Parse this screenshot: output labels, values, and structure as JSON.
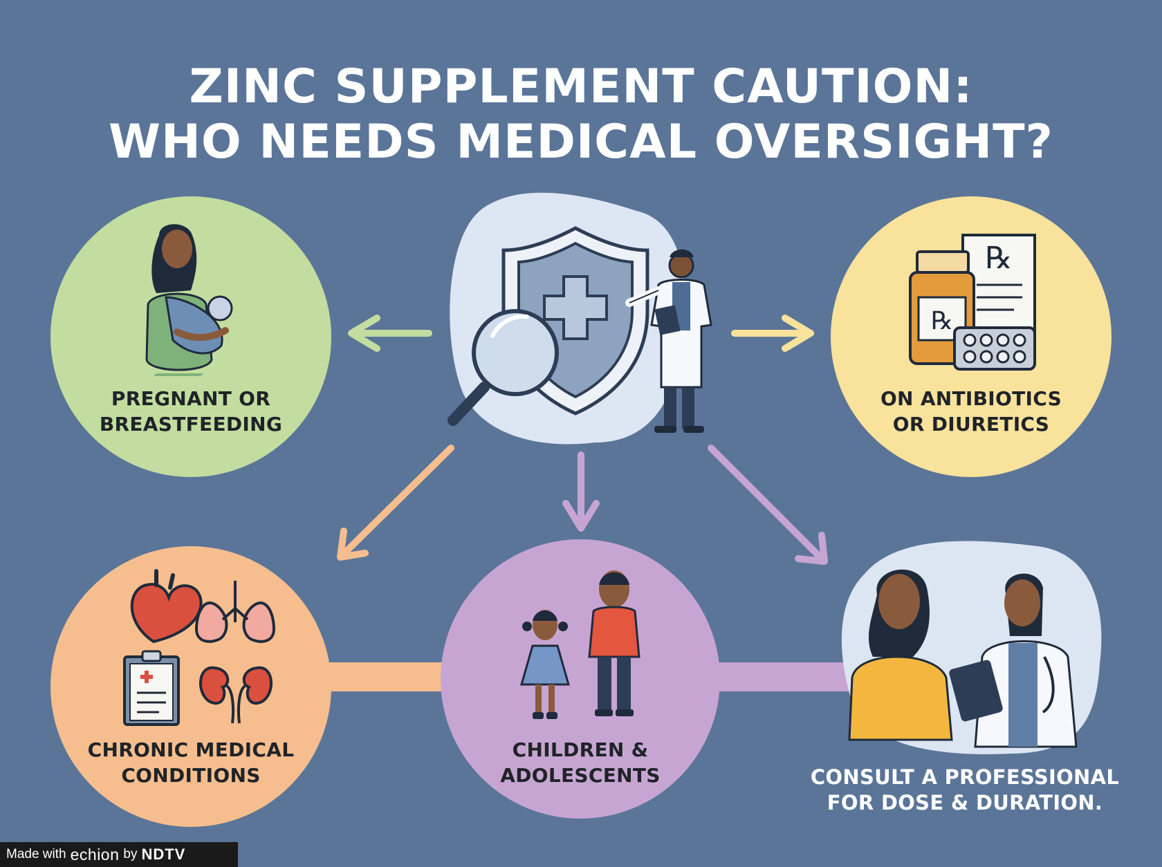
{
  "title": {
    "line1": "ZINC SUPPLEMENT CAUTION:",
    "line2": "WHO NEEDS MEDICAL OVERSIGHT?"
  },
  "groups": {
    "pregnant": {
      "line1": "PREGNANT OR",
      "line2": "BREASTFEEDING",
      "color": "#c2dd9f"
    },
    "antibiotics": {
      "line1": "ON ANTIBIOTICS",
      "line2": "OR DIURETICS",
      "color": "#f8e29c"
    },
    "chronic": {
      "line1": "CHRONIC MEDICAL",
      "line2": "CONDITIONS",
      "color": "#f6be8e"
    },
    "children": {
      "line1": "CHILDREN &",
      "line2": "ADOLESCENTS",
      "color": "#c7a5d2"
    }
  },
  "consult": {
    "line1": "CONSULT A PROFESSIONAL",
    "line2": "FOR DOSE & DURATION."
  },
  "icons": {
    "center": [
      "shield-icon",
      "medical-cross-icon",
      "magnifier-icon",
      "doctor-icon"
    ],
    "pregnant": "mother-with-baby-icon",
    "antibiotics": [
      "pill-bottle-icon",
      "prescription-icon",
      "blister-pack-icon"
    ],
    "chronic": [
      "heart-icon",
      "lungs-icon",
      "clipboard-icon",
      "kidneys-icon"
    ],
    "children": [
      "girl-icon",
      "boy-icon"
    ],
    "consult": [
      "patient-icon",
      "doctor-with-tablet-icon"
    ]
  },
  "rx_symbol": "℞",
  "footer": {
    "made_with": "Made with",
    "brand": "echion",
    "by": "by",
    "partner": "NDTV"
  }
}
